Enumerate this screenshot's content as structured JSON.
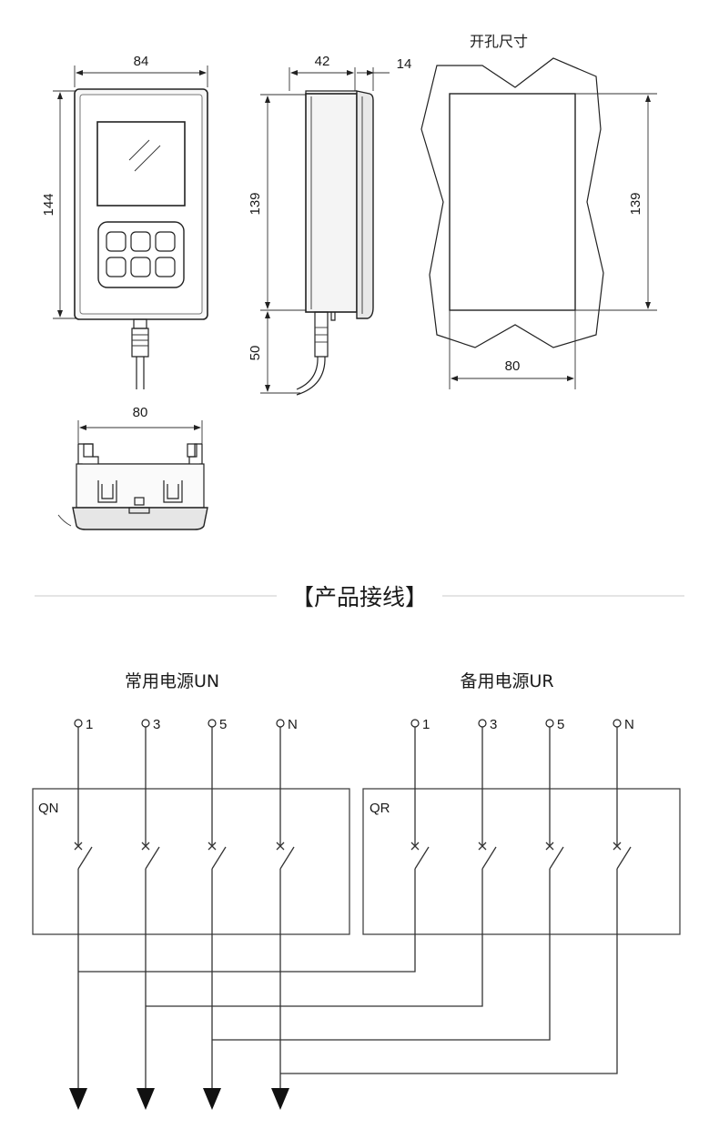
{
  "dimensions": {
    "front_width": "84",
    "front_height": "144",
    "side_depth": "42",
    "side_bezel": "14",
    "side_height": "139",
    "cable_length": "50",
    "bottom_width": "80",
    "cutout_title": "开孔尺寸",
    "cutout_height": "139",
    "cutout_width": "80"
  },
  "section_title": "【产品接线】",
  "wiring": {
    "normal_source_title": "常用电源UN",
    "backup_source_title": "备用电源UR",
    "terminals": [
      "1",
      "3",
      "5",
      "N"
    ],
    "breaker_normal": "QN",
    "breaker_backup": "QR"
  }
}
